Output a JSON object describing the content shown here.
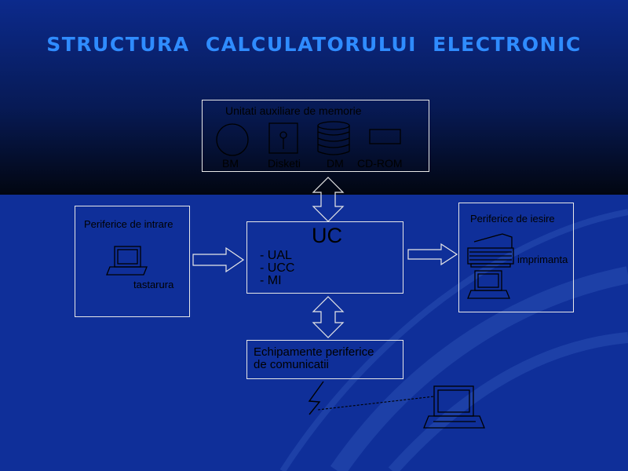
{
  "title": "STRUCTURA   CALCULATORULUI   ELECTRONIC",
  "aux_memory": {
    "heading": "Unitati auxiliare de memorie",
    "items": [
      "BM",
      "Disketi",
      "DM",
      "CD-ROM"
    ]
  },
  "input_box": {
    "heading": "Periferice de intrare",
    "device": "tastarura"
  },
  "central": {
    "heading": "UC",
    "parts": [
      "- UAL",
      "- UCC",
      "- MI"
    ]
  },
  "output_box": {
    "heading": "Periferice de iesire",
    "device": "imprimanta"
  },
  "comm_box": {
    "lines": [
      "Echipamente periferice",
      "de comunicatii"
    ]
  }
}
